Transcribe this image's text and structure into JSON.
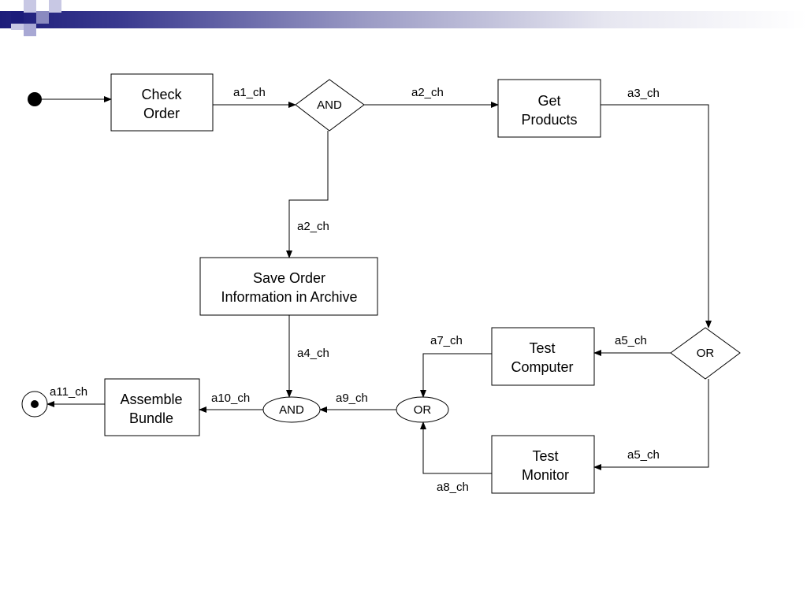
{
  "boxes": {
    "check_order": [
      "Check",
      "Order"
    ],
    "get_products": [
      "Get",
      "Products"
    ],
    "save_order": [
      "Save Order",
      "Information in Archive"
    ],
    "test_computer": [
      "Test",
      "Computer"
    ],
    "test_monitor": [
      "Test",
      "Monitor"
    ],
    "assemble_bundle": [
      "Assemble",
      "Bundle"
    ]
  },
  "gateways": {
    "and_split": "AND",
    "or_split": "OR",
    "or_join": "OR",
    "and_join": "AND"
  },
  "flows": {
    "a1": "a1_ch",
    "a2_right": "a2_ch",
    "a2_down": "a2_ch",
    "a3": "a3_ch",
    "a4": "a4_ch",
    "a5_computer": "a5_ch",
    "a5_monitor": "a5_ch",
    "a7": "a7_ch",
    "a8": "a8_ch",
    "a9": "a9_ch",
    "a10": "a10_ch",
    "a11": "a11_ch"
  },
  "colors": {
    "header_dark": "#1c1c7a",
    "header_light": "#8a8ac0",
    "line": "#000000"
  }
}
